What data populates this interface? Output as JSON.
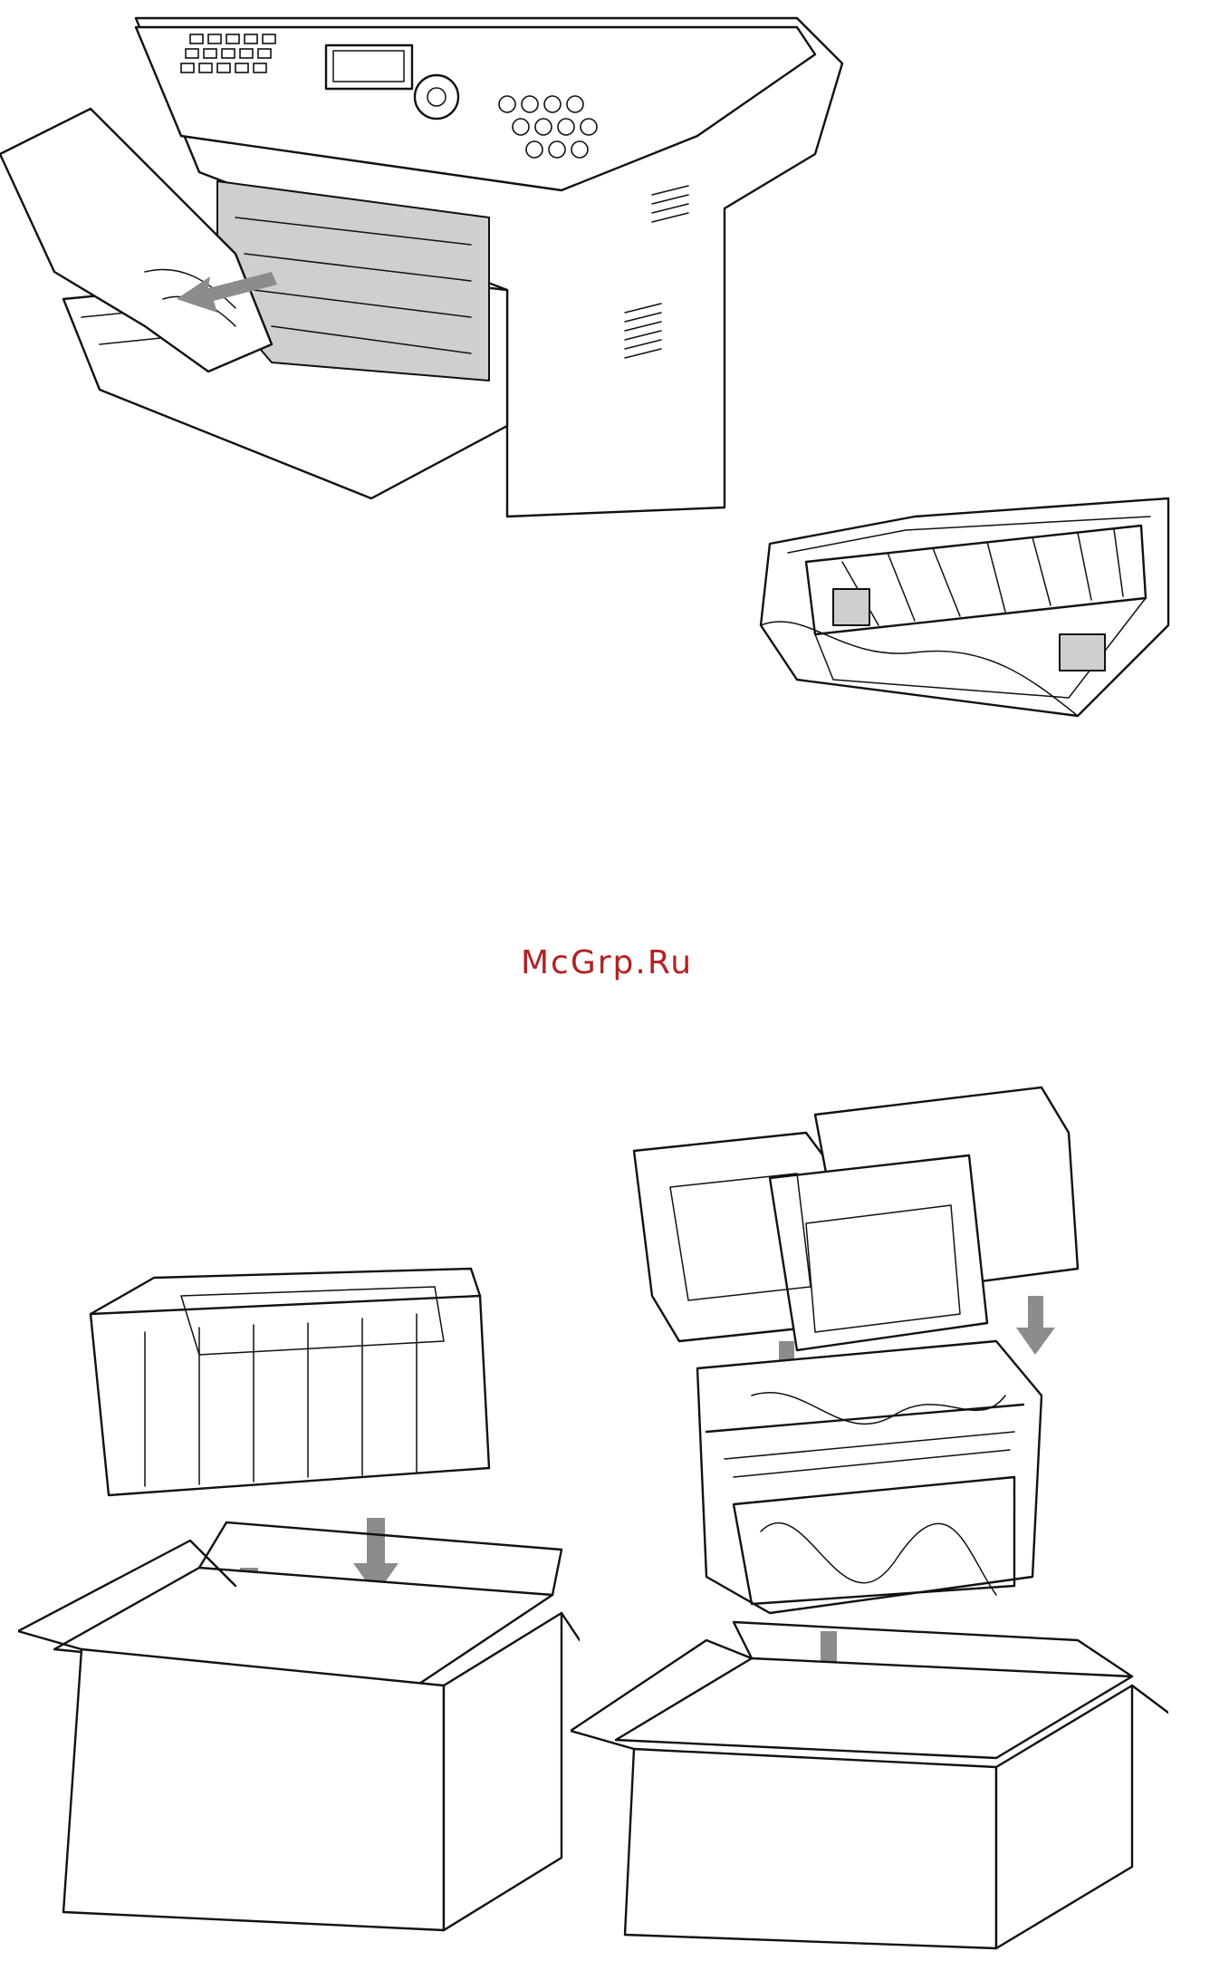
{
  "page": {
    "watermark": "McGrp.Ru"
  },
  "figures": [
    {
      "id": "remove-drum",
      "icon": "printer-drum-removal-illustration"
    },
    {
      "id": "bagged-drum",
      "icon": "drum-unit-in-plastic-bag-illustration"
    },
    {
      "id": "box-left",
      "icon": "packing-foam-into-box-illustration"
    },
    {
      "id": "box-right",
      "icon": "printer-with-foam-into-box-illustration"
    }
  ],
  "colors": {
    "line": "#111111",
    "arrow": "#8c8c8c",
    "watermark": "#b22222"
  }
}
